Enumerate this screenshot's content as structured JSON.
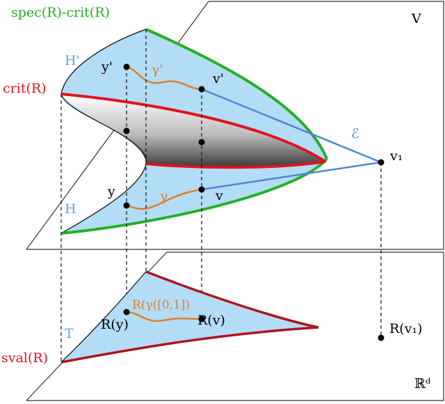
{
  "labels": {
    "spec_crit": "spec(R)-crit(R)",
    "space_V": "V",
    "H_prime": "H'",
    "crit": "crit(R)",
    "y_prime": "y'",
    "gamma_prime": "γ'",
    "v_prime": "v'",
    "epsilon": "ℰ",
    "v1": "v₁",
    "y": "y",
    "gamma": "γ",
    "v": "v",
    "H": "H",
    "R_gamma": "R(γ([0,1])",
    "R_y": "R(y)",
    "R_v": "R(v)",
    "R_v1": "R(v₁)",
    "T": "T",
    "sval": "sval(R)",
    "space_Rd": "ℝᵈ"
  },
  "colors": {
    "green": "#22b022",
    "red": "#e0141e",
    "dark_red": "#b0141e",
    "blue_fill": "#b3dcf7",
    "line_blue": "#4f86d9",
    "orange": "#e07f2a",
    "light_blue_text": "#5aa6e6",
    "black": "#000000"
  }
}
